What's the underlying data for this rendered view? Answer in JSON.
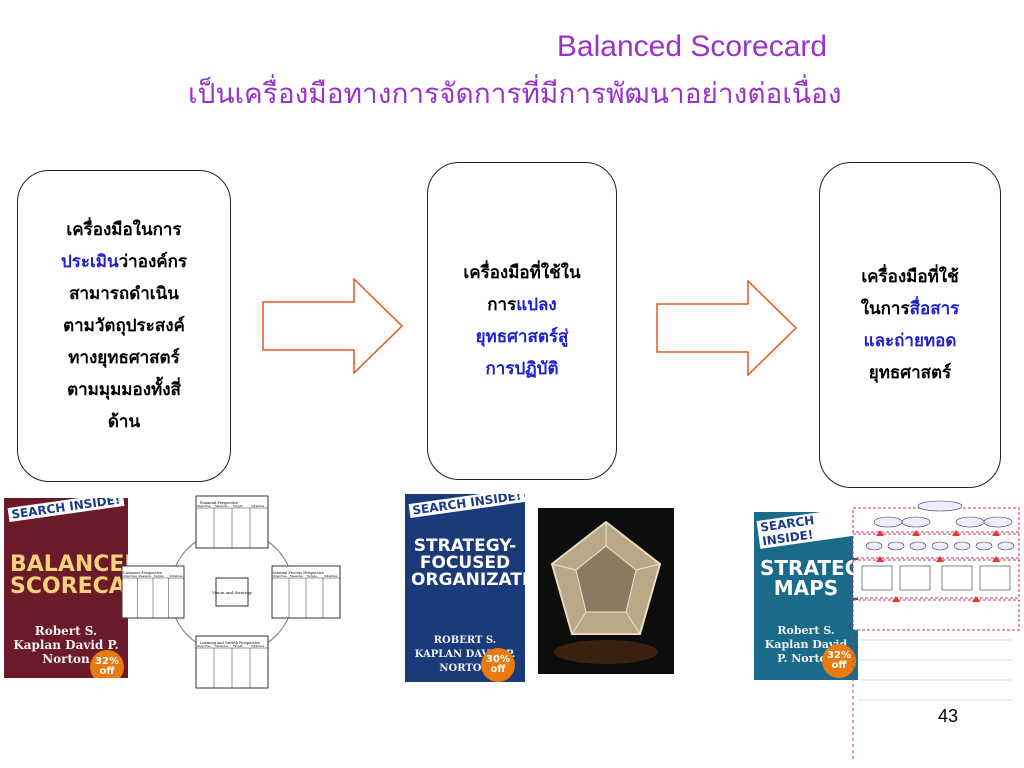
{
  "title": {
    "line1": "Balanced Scorecard",
    "line2": "เป็นเครื่องมือทางการจัดการที่มีการพัฒนาอย่างต่อเนื่อง"
  },
  "boxes": [
    {
      "lines": [
        [
          {
            "t": "เครื่องมือในการ",
            "hl": false
          }
        ],
        [
          {
            "t": "ประเมิน",
            "hl": true
          },
          {
            "t": "ว่าองค์กร",
            "hl": false
          }
        ],
        [
          {
            "t": "สามารถดำเนิน",
            "hl": false
          }
        ],
        [
          {
            "t": "ตามวัตถุประสงค์",
            "hl": false
          }
        ],
        [
          {
            "t": "ทางยุทธศาสตร์",
            "hl": false
          }
        ],
        [
          {
            "t": "ตามมุมมองทั้งสี่",
            "hl": false
          }
        ],
        [
          {
            "t": "ด้าน",
            "hl": false
          }
        ]
      ]
    },
    {
      "lines": [
        [
          {
            "t": "เครื่องมือที่ใช้ใน",
            "hl": false
          }
        ],
        [
          {
            "t": "การ",
            "hl": false
          },
          {
            "t": "แปลง",
            "hl": true
          }
        ],
        [
          {
            "t": "ยุทธศาสตร์สู่",
            "hl": true
          }
        ],
        [
          {
            "t": "การปฏิบัติ",
            "hl": true
          }
        ]
      ]
    },
    {
      "lines": [
        [
          {
            "t": "เครื่องมือที่ใช้",
            "hl": false
          }
        ],
        [
          {
            "t": "ในการ",
            "hl": false
          },
          {
            "t": "สื่อสาร",
            "hl": true
          }
        ],
        [
          {
            "t": "และถ่ายทอด",
            "hl": true
          }
        ],
        [
          {
            "t": "ยุทธศาสตร์",
            "hl": false
          }
        ]
      ]
    }
  ],
  "books": {
    "b1": {
      "search": "SEARCH INSIDE!",
      "title": "BALANCED SCORECARD",
      "authors": "Robert S. Kaplan David P. Norton",
      "badge": "32% off"
    },
    "b2": {
      "search": "SEARCH INSIDE!",
      "title": "STRATEGY-FOCUSED ORGANIZATION",
      "authors": "ROBERT S. KAPLAN DAVID P. NORTON",
      "badge": "30% off"
    },
    "b3": {
      "search": "SEARCH INSIDE!",
      "title": "STRATEGY MAPS",
      "authors": "Robert S. Kaplan David P. Norton",
      "badge": "32% off"
    }
  },
  "diagram": {
    "center": "Vision and Strategy",
    "top": "Financial Perspective",
    "left": "Customer Perspective",
    "right": "Internal Process Perspective",
    "bottom": "Learning and Growth Perspective",
    "cols": [
      "Objectives",
      "Measures",
      "Targets",
      "Initiatives"
    ]
  },
  "page_number": "43",
  "colors": {
    "title": "#9933cc",
    "highlight": "#2020cc",
    "arrow": "#e05a20"
  }
}
